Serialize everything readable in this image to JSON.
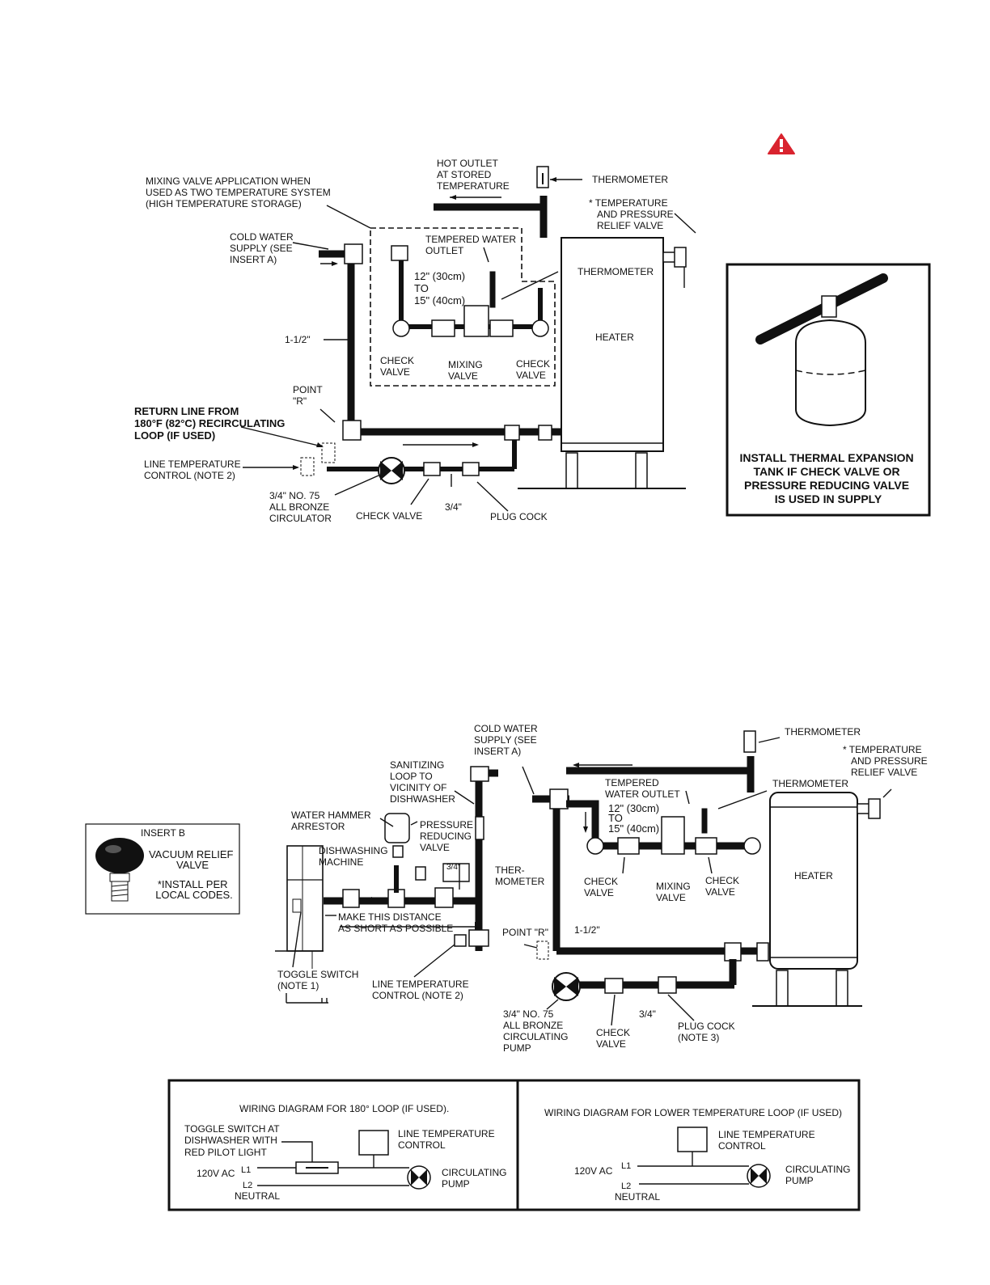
{
  "fig1": {
    "mixing_valve_application": [
      "MIXING VALVE APPLICATION WHEN",
      "USED AS TWO TEMPERATURE SYSTEM",
      "(HIGH TEMPERATURE STORAGE)"
    ],
    "hot_outlet": [
      "HOT OUTLET",
      "AT STORED",
      "TEMPERATURE"
    ],
    "thermometer_top": "THERMOMETER",
    "tp_relief": [
      "* TEMPERATURE",
      "AND PRESSURE",
      "RELIEF VALVE"
    ],
    "cold_water_supply": [
      "COLD WATER",
      "SUPPLY (SEE",
      "INSERT A)"
    ],
    "tempered_outlet": [
      "TEMPERED WATER",
      "OUTLET"
    ],
    "distance": [
      "12\" (30cm)",
      "TO",
      "15\" (40cm)"
    ],
    "thermometer_heater": "THERMOMETER",
    "heater": "HEATER",
    "pipe_size": "1-1/2\"",
    "check_valve_left": [
      "CHECK",
      "VALVE"
    ],
    "mixing_valve": [
      "MIXING",
      "VALVE"
    ],
    "check_valve_right": [
      "CHECK",
      "VALVE"
    ],
    "point_r": [
      "POINT",
      "\"R\""
    ],
    "return_line": [
      "RETURN LINE FROM",
      "180°F (82°C) RECIRCULATING",
      "LOOP (IF USED)"
    ],
    "line_temp_control": [
      "LINE TEMPERATURE",
      "CONTROL (NOTE 2)"
    ],
    "circulator": [
      "3/4\" NO. 75",
      "ALL BRONZE",
      "CIRCULATOR"
    ],
    "check_valve_bottom": "CHECK VALVE",
    "three_quarter": "3/4\"",
    "plug_cock": "PLUG COCK"
  },
  "insert_a": {
    "caption": [
      "INSTALL THERMAL EXPANSION",
      "TANK IF CHECK VALVE OR",
      "PRESSURE REDUCING VALVE",
      "IS USED IN SUPPLY"
    ]
  },
  "fig2": {
    "cold_water_supply": [
      "COLD WATER",
      "SUPPLY (SEE",
      "INSERT A)"
    ],
    "thermometer_top": "THERMOMETER",
    "tp_relief": [
      "* TEMPERATURE",
      "AND PRESSURE",
      "RELIEF VALVE"
    ],
    "sanitizing": [
      "SANITIZING",
      "LOOP TO",
      "VICINITY OF",
      "DISHWASHER"
    ],
    "tempered_outlet": [
      "TEMPERED",
      "WATER OUTLET"
    ],
    "thermometer_heater": "THERMOMETER",
    "distance": [
      "12\" (30cm)",
      "TO",
      "15\" (40cm)"
    ],
    "water_hammer": [
      "WATER HAMMER",
      "ARRESTOR"
    ],
    "pressure_reducing": [
      "PRESSURE",
      "REDUCING",
      "VALVE"
    ],
    "dishwashing": [
      "DISHWASHING",
      "MACHINE"
    ],
    "three_quarter_top": "3/4\"",
    "thermometer_side": [
      "THER-",
      "MOMETER"
    ],
    "check_valve_left": [
      "CHECK",
      "VALVE"
    ],
    "mixing_valve": [
      "MIXING",
      "VALVE"
    ],
    "check_valve_right": [
      "CHECK",
      "VALVE"
    ],
    "heater": "HEATER",
    "make_distance": [
      "MAKE THIS DISTANCE",
      "AS SHORT AS POSSIBLE"
    ],
    "point_r": "POINT \"R\"",
    "pipe_size": "1-1/2\"",
    "toggle_switch": [
      "TOGGLE SWITCH",
      "(NOTE 1)"
    ],
    "line_temp_control": [
      "LINE TEMPERATURE",
      "CONTROL (NOTE 2)"
    ],
    "circulating_pump": [
      "3/4\" NO. 75",
      "ALL BRONZE",
      "CIRCULATING",
      "PUMP"
    ],
    "check_valve_bottom": [
      "CHECK",
      "VALVE"
    ],
    "three_quarter_bottom": "3/4\"",
    "plug_cock": [
      "PLUG COCK",
      "(NOTE 3)"
    ]
  },
  "insert_b": {
    "title": "INSERT B",
    "valve": [
      "VACUUM RELIEF",
      "VALVE"
    ],
    "note": [
      "*INSTALL PER",
      "LOCAL CODES."
    ]
  },
  "wiring_left": {
    "title": "WIRING DIAGRAM FOR 180° LOOP (IF USED).",
    "toggle": [
      "TOGGLE SWITCH AT",
      "DISHWASHER WITH",
      "RED PILOT LIGHT"
    ],
    "line_temp": [
      "LINE TEMPERATURE",
      "CONTROL"
    ],
    "voltage": "120V AC",
    "l1": "L1",
    "l2": "L2",
    "neutral": "NEUTRAL",
    "pump": [
      "CIRCULATING",
      "PUMP"
    ]
  },
  "wiring_right": {
    "title": "WIRING DIAGRAM FOR LOWER TEMPERATURE LOOP (IF USED)",
    "line_temp": [
      "LINE TEMPERATURE",
      "CONTROL"
    ],
    "voltage": "120V AC",
    "l1": "L1",
    "l2": "L2",
    "neutral": "NEUTRAL",
    "pump": [
      "CIRCULATING",
      "PUMP"
    ]
  },
  "colors": {
    "warning": "#d9232e",
    "ink": "#111111"
  }
}
